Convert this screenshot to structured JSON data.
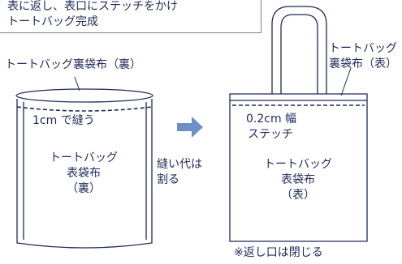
{
  "instruction": {
    "line1": "表に返し、表口にステッチをかけ",
    "line2": "トートバッグ完成"
  },
  "left_bag": {
    "lining_label": "トートバッグ裏袋布（裏）",
    "seam_label": "1cm で縫う",
    "body_label_1": "トートバッグ",
    "body_label_2": "表袋布",
    "body_label_3": "（裏）",
    "allowance_label_1": "縫い代は",
    "allowance_label_2": "割る"
  },
  "arrow": {
    "color": "#6e8fc6"
  },
  "right_bag": {
    "lining_label_1": "トートバッグ",
    "lining_label_2": "裏袋布（表）",
    "stitch_label_1": "0.2cm 幅",
    "stitch_label_2": "ステッチ",
    "body_label_1": "トートバッグ",
    "body_label_2": "表袋布",
    "body_label_3": "（表）",
    "note": "※返し口は閉じる"
  },
  "colors": {
    "line": "#1e2a5a",
    "arrow": "#6e8fc6",
    "frame": "#7a7f8a"
  }
}
